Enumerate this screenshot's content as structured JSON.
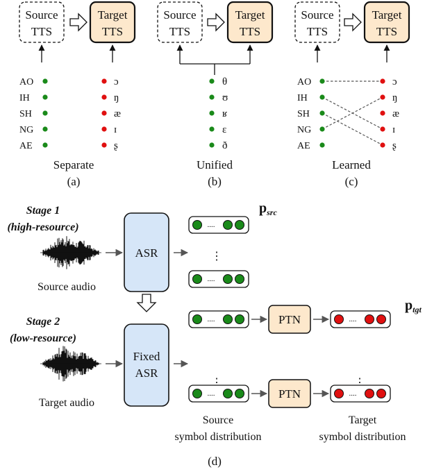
{
  "panels": {
    "a": {
      "source_line1": "Source",
      "source_line2": "TTS",
      "target_line1": "Target",
      "target_line2": "TTS",
      "caption": "Separate",
      "letter": "(a)"
    },
    "b": {
      "source_line1": "Source",
      "source_line2": "TTS",
      "target_line1": "Target",
      "target_line2": "TTS",
      "caption": "Unified",
      "letter": "(b)"
    },
    "c": {
      "source_line1": "Source",
      "source_line2": "TTS",
      "target_line1": "Target",
      "target_line2": "TTS",
      "caption": "Learned",
      "letter": "(c)"
    }
  },
  "source_phones": [
    "AO",
    "IH",
    "SH",
    "NG",
    "AE"
  ],
  "target_phones": [
    "ɔ",
    "ŋ",
    "æ",
    "ɪ",
    "ʂ"
  ],
  "unified_phones": [
    "θ",
    "ʊ",
    "ʁ",
    "ɛ",
    "ð"
  ],
  "learned_mapping": [
    [
      0,
      0
    ],
    [
      1,
      3
    ],
    [
      2,
      4
    ],
    [
      3,
      1
    ]
  ],
  "colors": {
    "source_dot": "#1a8a1a",
    "target_dot": "#e01010",
    "asr_fill": "#d6e6f8",
    "ptn_fill": "#fde8cc",
    "tts_target_fill": "#fde8cc"
  },
  "stage1": {
    "line1": "Stage 1",
    "line2": "(high-resource)",
    "audio_label": "Source audio"
  },
  "stage2": {
    "line1": "Stage 2",
    "line2": "(low-resource)",
    "audio_label": "Target audio"
  },
  "asr1": {
    "label": "ASR"
  },
  "asr2": {
    "line1": "Fixed",
    "line2": "ASR"
  },
  "ptn_label": "PTN",
  "p_src": {
    "main": "p",
    "sub": "src"
  },
  "p_tgt": {
    "main": "p",
    "sub": "tgt"
  },
  "ellipsis": "....",
  "vdots": "⋮",
  "src_dist": {
    "line1": "Source",
    "line2": "symbol distribution"
  },
  "tgt_dist": {
    "line1": "Target",
    "line2": "symbol distribution"
  },
  "panel_d_letter": "(d)"
}
